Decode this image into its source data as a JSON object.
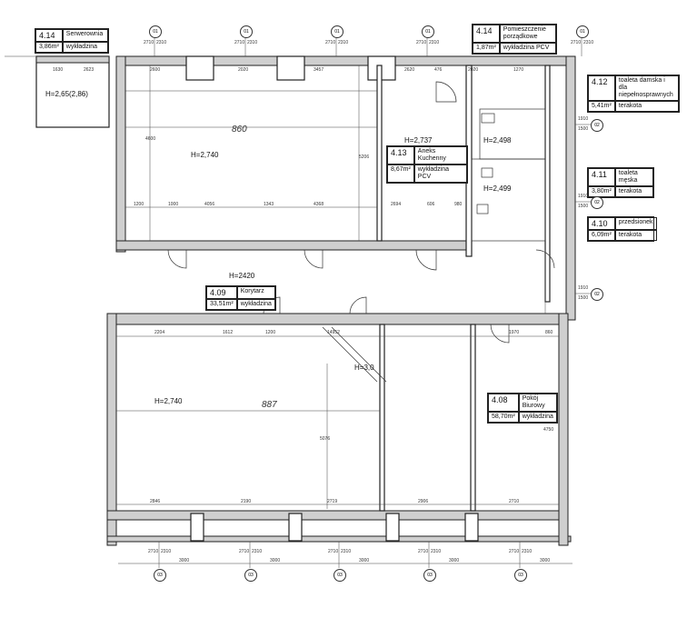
{
  "rooms": [
    {
      "number": "4.14",
      "name": "Serwerownia",
      "area": "3,86m²",
      "floor": "wykładzina"
    },
    {
      "number": "4.14",
      "name": "Pomieszczenie porządkowe",
      "area": "1,87m²",
      "floor": "wykładzina PCV"
    },
    {
      "number": "4.12",
      "name": "toaleta damska i dla niepełnosprawnych",
      "area": "5,41m²",
      "floor": "terakota"
    },
    {
      "number": "4.13",
      "name": "Aneks Kuchenny",
      "area": "8,67m²",
      "floor": "wykładzina PCV"
    },
    {
      "number": "4.11",
      "name": "toaleta męska",
      "area": "3,80m²",
      "floor": "terakota"
    },
    {
      "number": "4.10",
      "name": "przedsionek",
      "area": "6,09m²",
      "floor": "terakota"
    },
    {
      "number": "4.09",
      "name": "Korytarz",
      "area": "33,51m²",
      "floor": "wykładzina"
    },
    {
      "number": "4.08",
      "name": "Pokój Biurowy",
      "area": "58,70m²",
      "floor": "wykładzina"
    }
  ],
  "heights": {
    "server": "H=2,65(2,86)",
    "upper_main": "H=2,740",
    "kitchen": "H=2,737",
    "wc": "H=2,498",
    "wc2": "H=2,499",
    "corridor": "H=2420",
    "lower_main": "H=2,740",
    "lower_door": "H=3,0"
  },
  "handwritten": {
    "upper_width": "860",
    "lower_width": "887"
  },
  "axes": {
    "top": [
      "01",
      "01",
      "01",
      "01",
      "01"
    ],
    "right": [
      "02",
      "02",
      "02"
    ],
    "bottom": [
      "03",
      "03",
      "03",
      "03",
      "03"
    ],
    "bottom_spacing": [
      "3000",
      "3000",
      "3000",
      "3000",
      "3000"
    ],
    "window_marks": [
      "2710",
      "2310"
    ],
    "right_marks": [
      "1910",
      "1500"
    ]
  },
  "dimensions": {
    "top": [
      "1630",
      "2623",
      "2600",
      "2020",
      "3457",
      "2620",
      "476",
      "2020",
      "1270"
    ],
    "upper_bottom": [
      "1200",
      "1000",
      "4056",
      "1343",
      "4368",
      "2694",
      "606",
      "980"
    ],
    "lower_top": [
      "2204",
      "1612",
      "1200",
      "14952",
      "1970",
      "860"
    ],
    "lower_bottom": [
      "2846",
      "2190",
      "2719",
      "2906",
      "2710"
    ],
    "vertical": [
      "4600",
      "5206",
      "5076",
      "4750"
    ]
  }
}
